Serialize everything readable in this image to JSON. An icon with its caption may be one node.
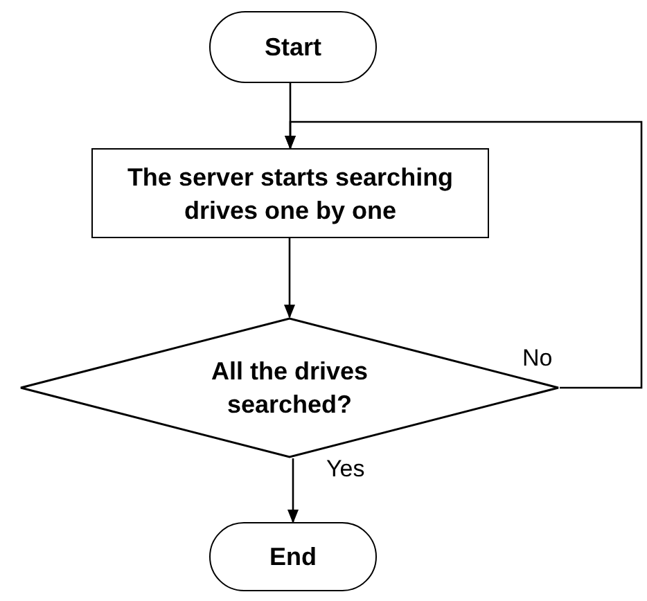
{
  "diagram": {
    "nodes": [
      {
        "text": [
          "Start"
        ]
      },
      {
        "text": [
          "The server starts searching drives one by one"
        ]
      },
      {
        "text": [
          "All the drives searched?"
        ]
      },
      {
        "text": [
          "End"
        ]
      }
    ],
    "edges": [
      {
        "from": 0,
        "to": 1,
        "arrow": "to"
      },
      {
        "from": 1,
        "to": 2,
        "arrow": "to"
      },
      {
        "from": 2,
        "to": 3,
        "arrow": "to",
        "label": "Yes"
      },
      {
        "from": 2,
        "to": 1,
        "arrow": "to",
        "label": "No"
      }
    ]
  }
}
